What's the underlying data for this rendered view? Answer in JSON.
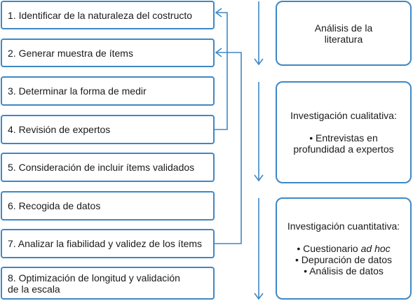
{
  "steps": [
    {
      "label": "1. Identificar de la naturaleza del costructo"
    },
    {
      "label": "2. Generar muestra de ítems"
    },
    {
      "label": "3. Determinar la forma de medir"
    },
    {
      "label": "4. Revisión de expertos"
    },
    {
      "label": "5. Consideración de incluir ítems validados"
    },
    {
      "label": "6. Recogida de datos"
    },
    {
      "label": "7. Analizar la fiabilidad y validez de los ítems"
    },
    {
      "label": "8. Optimización de longitud y validación\nde la escala"
    }
  ],
  "methods": {
    "literature": {
      "title": "Análisis de la\nliteratura"
    },
    "qualitative": {
      "title": "Investigación cualitativa:",
      "bullet": "• Entrevistas en\nprofundidad a expertos"
    },
    "quantitative": {
      "title": "Investigación cuantitativa:",
      "bullet1_prefix": "• Cuestionario ",
      "bullet1_emphasis": "ad hoc",
      "bullet2": "• Depuración de datos",
      "bullet3": "• Análisis de datos"
    }
  },
  "colors": {
    "accent": "#3f88c5"
  }
}
